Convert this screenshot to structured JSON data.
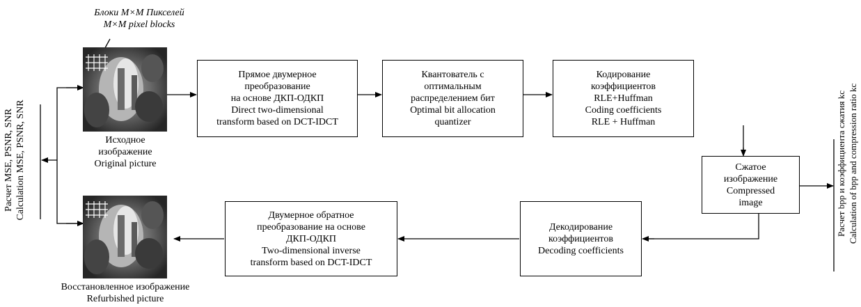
{
  "blocks_label": {
    "ru": "Блоки M×M Пикселей",
    "en": "M×M pixel blocks"
  },
  "original": {
    "ru1": "Исходное",
    "ru2": "изображение",
    "en": "Original picture"
  },
  "restored": {
    "ru": "Восстановленное изображение",
    "en": "Refurbished picture"
  },
  "box_transform": [
    "Прямое двумерное",
    "преобразование",
    "на основе ДКП-ОДКП",
    "Direct two-dimensional",
    "transform based on DCT-IDCT"
  ],
  "box_quantizer": [
    "Квантователь с",
    "оптимальным",
    "распределением бит",
    "Optimal bit allocation",
    "quantizer"
  ],
  "box_coding": [
    "Кодирование",
    "коэффициентов",
    "RLE+Huffman",
    "Coding coefficients",
    "RLE + Huffman"
  ],
  "box_compressed": [
    "Сжатое",
    "изображение",
    "Compressed",
    "image"
  ],
  "box_decoding": [
    "Декодирование",
    "коэффициентов",
    "Decoding coefficients"
  ],
  "box_inverse": [
    "Двумерное обратное",
    "преобразование на основе",
    "ДКП-ОДКП",
    "Two-dimensional inverse",
    "transform based on DCT-IDCT"
  ],
  "left_metric": {
    "ru": "Расчет MSE, PSNR, SNR",
    "en": "Calculation MSE, PSNR, SNR"
  },
  "right_metric": {
    "ru": "Расчет bpp и коэффициента сжатия  kc",
    "en": "Calculation of bpp and compression ratio kc"
  }
}
